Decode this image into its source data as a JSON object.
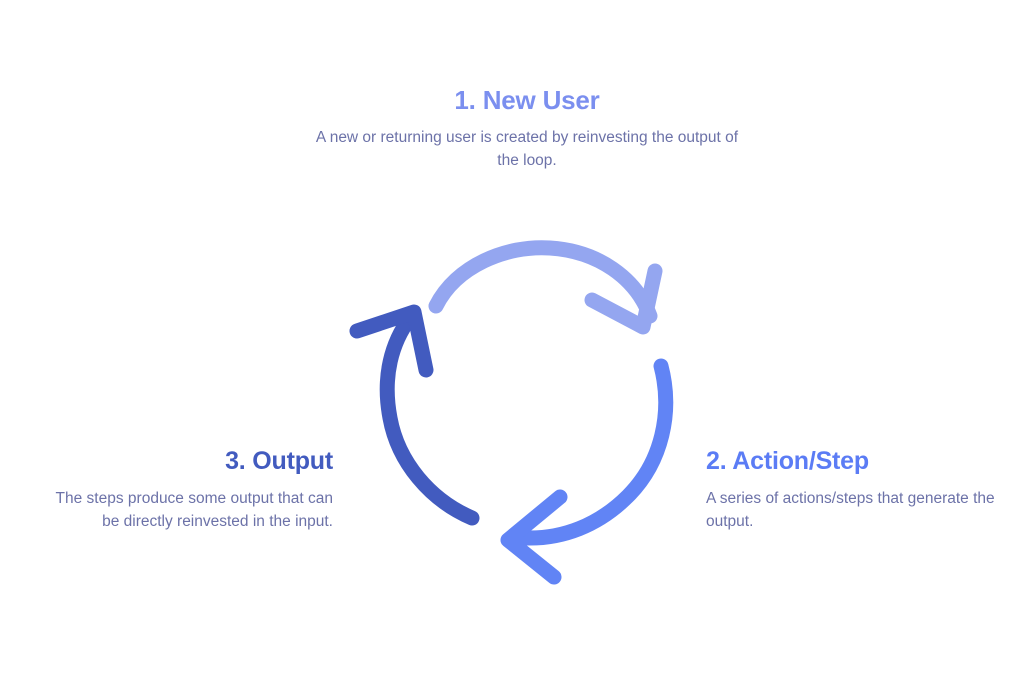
{
  "diagram": {
    "type": "cycle-loop",
    "background_color": "#ffffff",
    "title": "",
    "body_text_color": "#6c72a8",
    "steps": [
      {
        "id": "new-user",
        "number": "1",
        "title": "1. New User",
        "description": "A new or returning user is created by reinvesting the output of the loop.",
        "color": "#7b8fef",
        "position": "top"
      },
      {
        "id": "action-step",
        "number": "2",
        "title": "2. Action/Step",
        "description": "A series of actions/steps that generate the output.",
        "color": "#5b7cf5",
        "position": "right"
      },
      {
        "id": "output",
        "number": "3",
        "title": "3. Output",
        "description": "The steps produce some output that can be directly reinvested in the input.",
        "color": "#425bbf",
        "position": "left"
      }
    ],
    "arrows": [
      {
        "id": "arrow-top",
        "semantic": "new-user-to-action-arrow",
        "from": "new-user",
        "to": "action-step",
        "color": "#94a6f0",
        "direction": "clockwise-top"
      },
      {
        "id": "arrow-right",
        "semantic": "action-to-output-arrow",
        "from": "action-step",
        "to": "output",
        "color": "#6184f5",
        "direction": "clockwise-right"
      },
      {
        "id": "arrow-left",
        "semantic": "output-to-new-user-arrow",
        "from": "output",
        "to": "new-user",
        "color": "#42 5bbf",
        "direction": "clockwise-left"
      }
    ]
  }
}
